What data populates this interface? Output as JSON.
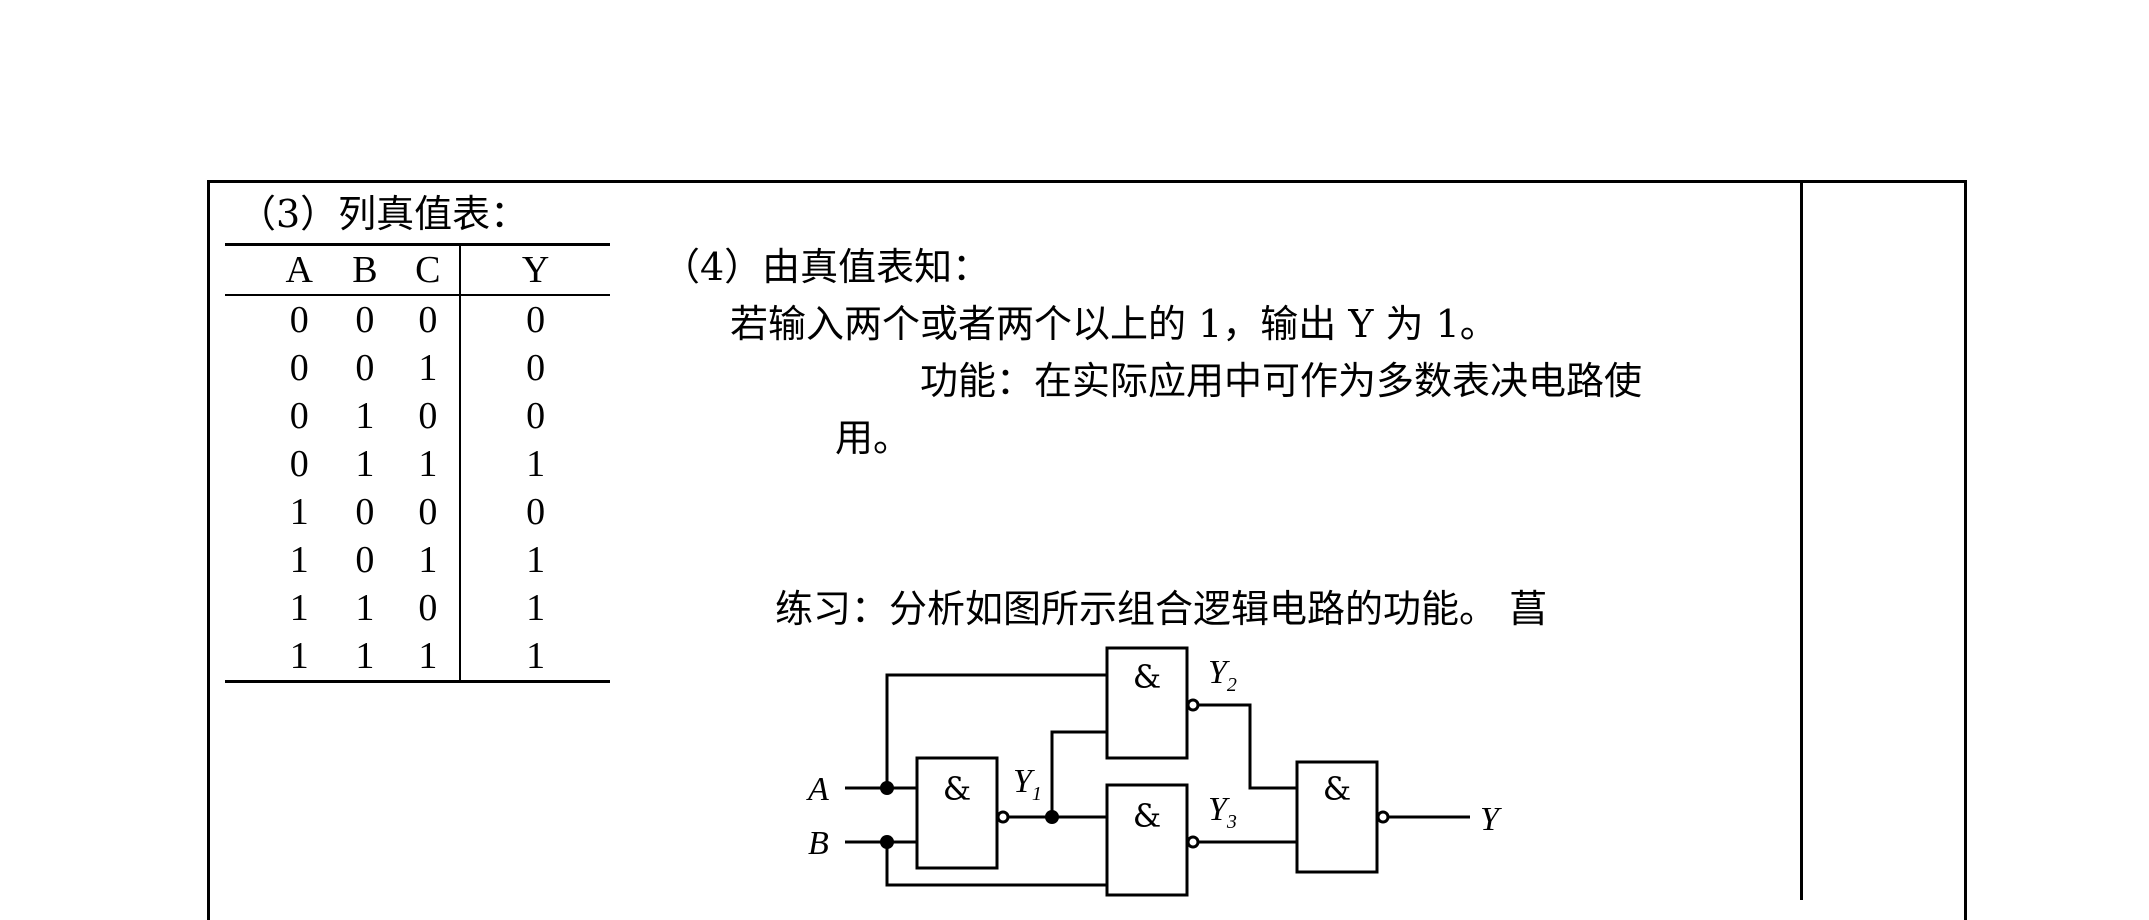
{
  "left": {
    "heading": "（3）列真值表：",
    "truth_table": {
      "headers": [
        "A",
        "B",
        "C",
        "Y"
      ],
      "rows": [
        [
          "0",
          "0",
          "0",
          "0"
        ],
        [
          "0",
          "0",
          "1",
          "0"
        ],
        [
          "0",
          "1",
          "0",
          "0"
        ],
        [
          "0",
          "1",
          "1",
          "1"
        ],
        [
          "1",
          "0",
          "0",
          "0"
        ],
        [
          "1",
          "0",
          "1",
          "1"
        ],
        [
          "1",
          "1",
          "0",
          "1"
        ],
        [
          "1",
          "1",
          "1",
          "1"
        ]
      ]
    }
  },
  "right": {
    "heading": "（4）由真值表知：",
    "line1": "若输入两个或者两个以上的 1，输出 Y 为 1。",
    "line2": "功能：在实际应用中可作为多数表决电路使",
    "line3": "用。",
    "exercise": "练习：分析如图所示组合逻辑电路的功能。 菖"
  },
  "circuit": {
    "gate_symbol": "&",
    "inputs": [
      "A",
      "B"
    ],
    "output": "Y",
    "intermediate": [
      {
        "base": "Y",
        "sub": "1"
      },
      {
        "base": "Y",
        "sub": "2"
      },
      {
        "base": "Y",
        "sub": "3"
      }
    ]
  }
}
